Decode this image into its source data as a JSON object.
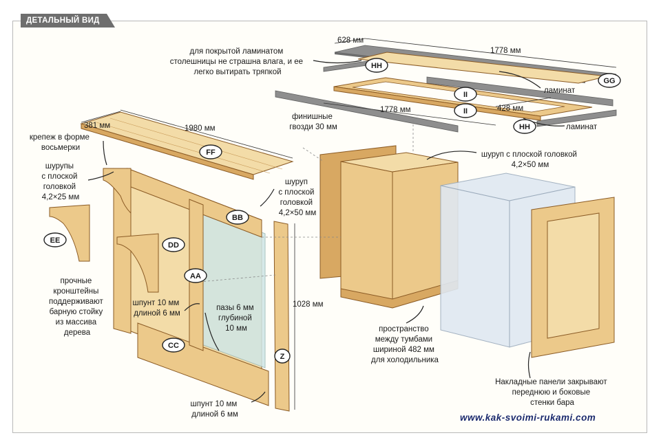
{
  "header": {
    "title": "ДЕТАЛЬНЫЙ ВИД"
  },
  "tags": {
    "hh_top": "HH",
    "gg": "GG",
    "ii_1": "II",
    "ii_2": "II",
    "hh_bottom": "HH",
    "ff": "FF",
    "bb": "BB",
    "ee": "EE",
    "dd": "DD",
    "aa": "AA",
    "cc": "CC",
    "z": "Z"
  },
  "dimensions": {
    "top_depth": "628 мм",
    "top_length": "1778 мм",
    "frame_length": "1778 мм",
    "frame_depth": "428 мм",
    "bar_top_depth": "381 мм",
    "bar_top_length": "1980 мм",
    "panel_height": "1028 мм"
  },
  "annotations": {
    "laminate_note": [
      "для покрытой ламинатом",
      "столешницы не страшна влага, и ее",
      "легко вытирать тряпкой"
    ],
    "laminate_1": "ламинат",
    "laminate_2": "ламинат",
    "finish_nails": [
      "финишные",
      "гвозди 30 мм"
    ],
    "screw_cabinet": [
      "шуруп с плоской головкой",
      "4,2×50 мм"
    ],
    "fig8": [
      "крепеж в форме",
      "восьмерки"
    ],
    "screws_25": [
      "шурупы",
      "с плоской",
      "головкой",
      "4,2×25 мм"
    ],
    "screw_50": [
      "шуруп",
      "с плоской",
      "головкой",
      "4,2×50 мм"
    ],
    "brackets": [
      "прочные",
      "кронштейны",
      "поддерживают",
      "барную стойку",
      "из массива",
      "дерева"
    ],
    "tongue_1": [
      "шпунт 10 мм",
      "длиной 6 мм"
    ],
    "grooves": [
      "пазы 6 мм",
      "глубиной",
      "10 мм"
    ],
    "fridge_space": [
      "пространство",
      "между тумбами",
      "шириной 482 мм",
      "для холодильника"
    ],
    "panels": [
      "Накладные панели закрывают",
      "переднюю и боковые",
      "стенки бара"
    ],
    "tongue_2": [
      "шпунт 10 мм",
      "длиной 6 мм"
    ]
  },
  "footer": {
    "website": "www.kak-svoimi-rukami.com"
  },
  "colors": {
    "wood": "#ecc98a",
    "laminate": "#8e8e8e",
    "glass": "#cfe6e6",
    "link": "#1b2a6e"
  }
}
